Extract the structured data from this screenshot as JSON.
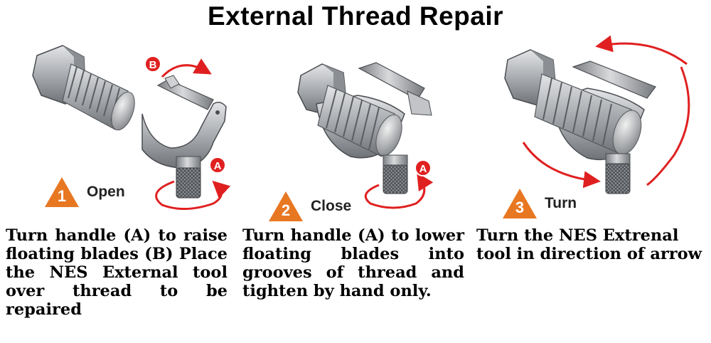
{
  "title": "External Thread Repair",
  "colors": {
    "accent": "#e87722",
    "arrow": "#e02020",
    "metal": "#a9acb0"
  },
  "steps": [
    {
      "number": "1",
      "label": "Open",
      "text": "Turn handle (A) to raise floating blades (B) Place the NES External tool over thread to be repaired",
      "markers": [
        "A",
        "B"
      ]
    },
    {
      "number": "2",
      "label": "Close",
      "text": "Turn handle (A) to lower floating blades into grooves of thread and tighten by hand only.",
      "markers": [
        "A"
      ]
    },
    {
      "number": "3",
      "label": "Turn",
      "text": "Turn the NES Extrenal tool in direction of arrow",
      "markers": []
    }
  ]
}
